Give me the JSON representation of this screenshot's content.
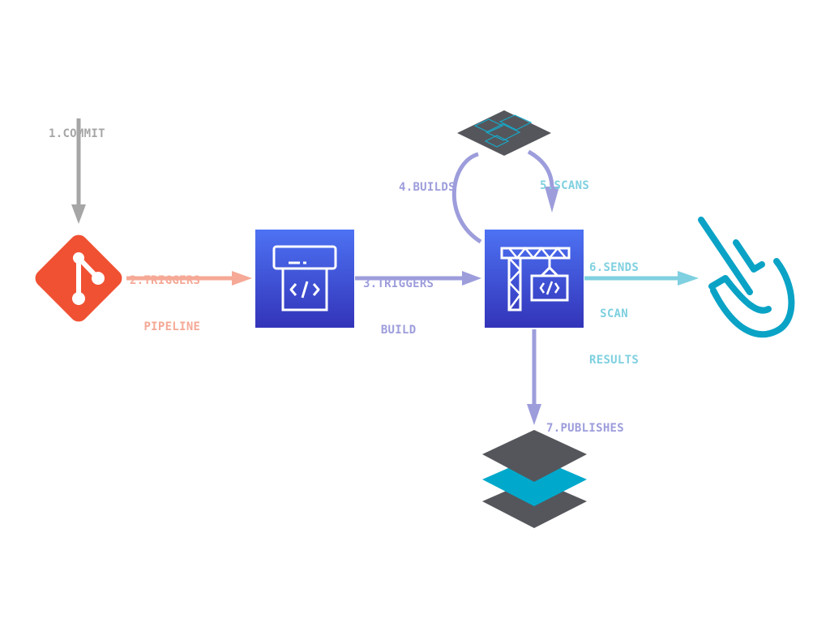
{
  "steps": {
    "commit": "1.COMMIT",
    "triggers_pipeline": [
      "2.TRIGGERS",
      "PIPELINE"
    ],
    "triggers_build": [
      "3.TRIGGERS",
      "BUILD"
    ],
    "builds": "4.BUILDS",
    "scans": "5.SCANS",
    "sends_results": [
      "6.SENDS",
      "SCAN",
      "RESULTS"
    ],
    "publishes": "7.PUBLISHES"
  },
  "nodes": {
    "source": "git-icon",
    "pipeline": "codepipeline-icon",
    "build": "codebuild-icon",
    "container_image": "container-image-icon",
    "scanner": "scanner-icon",
    "registry": "image-registry-icon"
  },
  "colors": {
    "commit": "#a6a6a6",
    "git": "#f05133",
    "trigger_pipeline": "#f5a996",
    "trigger_build": "#9d9ddc",
    "scan": "#7fd0e0",
    "scanner_brand": "#0aa3c6",
    "aws_gradient_top": "#4d72f3",
    "aws_gradient_bottom": "#3334b9",
    "dark": "#55565b",
    "teal": "#00a9cc"
  }
}
